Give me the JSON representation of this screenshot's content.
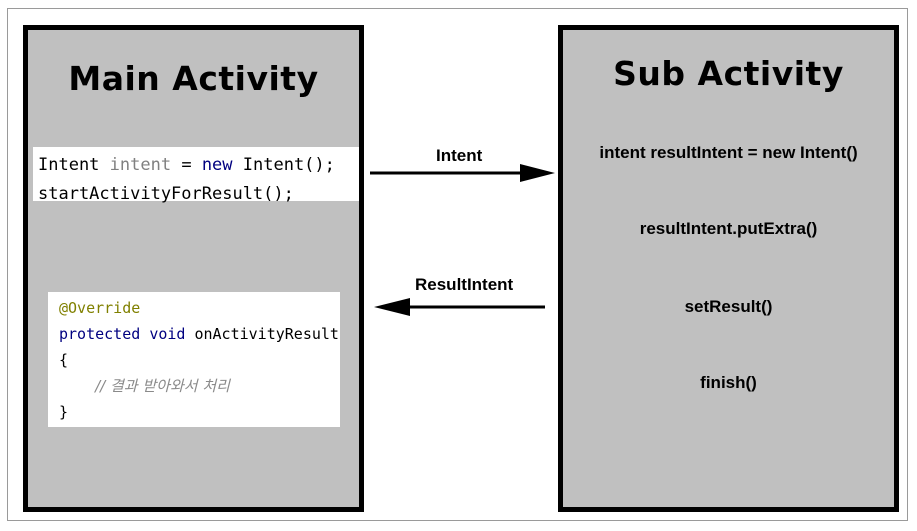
{
  "main_activity": {
    "title": "Main Activity",
    "intent_code": {
      "line1": {
        "type": "Intent",
        "var": "intent",
        "op": " = ",
        "kw_new": "new",
        "ctor": " Intent();"
      },
      "line2": "startActivityForResult();"
    },
    "result_code": {
      "annotation": "@Override",
      "kw_protected": "protected",
      "kw_void": "void",
      "method": "onActivityResult",
      "open_brace": "{",
      "comment": "// 결과 받아와서 처리",
      "close_brace": "}"
    }
  },
  "sub_activity": {
    "title": "Sub Activity",
    "steps": [
      "intent resultIntent = new Intent()",
      "resultIntent.putExtra()",
      "setResult()",
      "finish()"
    ]
  },
  "arrows": {
    "forward_label": "Intent",
    "back_label": "ResultIntent"
  },
  "colors": {
    "panel_fill": "#c0c0c0",
    "panel_border": "#000000",
    "keyword": "#000080",
    "annotation": "#808000",
    "variable": "#808080"
  }
}
